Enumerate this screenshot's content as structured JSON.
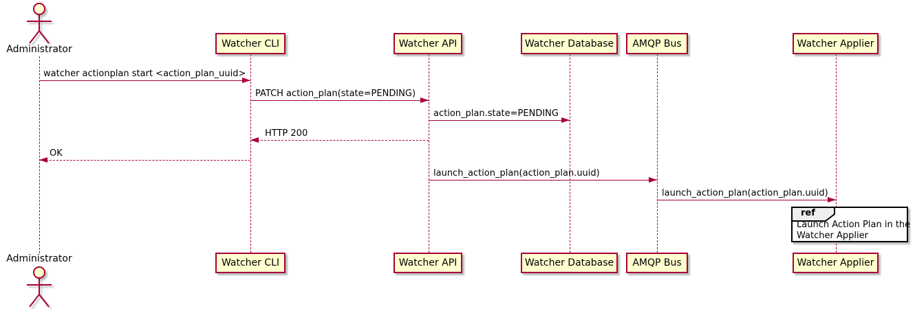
{
  "participants": [
    {
      "id": "administrator",
      "type": "actor",
      "label": "Administrator"
    },
    {
      "id": "watcher-cli",
      "type": "participant",
      "label": "Watcher CLI"
    },
    {
      "id": "watcher-api",
      "type": "participant",
      "label": "Watcher API"
    },
    {
      "id": "watcher-database",
      "type": "participant",
      "label": "Watcher Database"
    },
    {
      "id": "amqp-bus",
      "type": "participant",
      "label": "AMQP Bus"
    },
    {
      "id": "watcher-applier",
      "type": "participant",
      "label": "Watcher Applier"
    }
  ],
  "messages": [
    {
      "from": "Administrator",
      "to": "Watcher CLI",
      "line": "solid",
      "direction": "right",
      "label": "watcher actionplan start <action_plan_uuid>"
    },
    {
      "from": "Watcher CLI",
      "to": "Watcher API",
      "line": "solid",
      "direction": "right",
      "label": "PATCH action_plan(state=PENDING)"
    },
    {
      "from": "Watcher API",
      "to": "Watcher Database",
      "line": "solid",
      "direction": "right",
      "label": "action_plan.state=PENDING"
    },
    {
      "from": "Watcher API",
      "to": "Watcher CLI",
      "line": "dashed",
      "direction": "left",
      "label": "HTTP 200"
    },
    {
      "from": "Watcher CLI",
      "to": "Administrator",
      "line": "dashed",
      "direction": "left",
      "label": "OK"
    },
    {
      "from": "Watcher API",
      "to": "AMQP Bus",
      "line": "solid",
      "direction": "right",
      "label": "launch_action_plan(action_plan.uuid)"
    },
    {
      "from": "AMQP Bus",
      "to": "Watcher Applier",
      "line": "solid",
      "direction": "right",
      "label": "launch_action_plan(action_plan.uuid)"
    }
  ],
  "ref_fragment": {
    "keyword": "ref",
    "lines": [
      "Launch Action Plan in the",
      "Watcher Applier"
    ]
  },
  "colors": {
    "line": "#A80036",
    "participant_fill": "#FEFECE",
    "text": "#000000",
    "ref_header_fill": "#EEEEEE",
    "ref_border": "#000000",
    "background": "#FFFFFF"
  }
}
